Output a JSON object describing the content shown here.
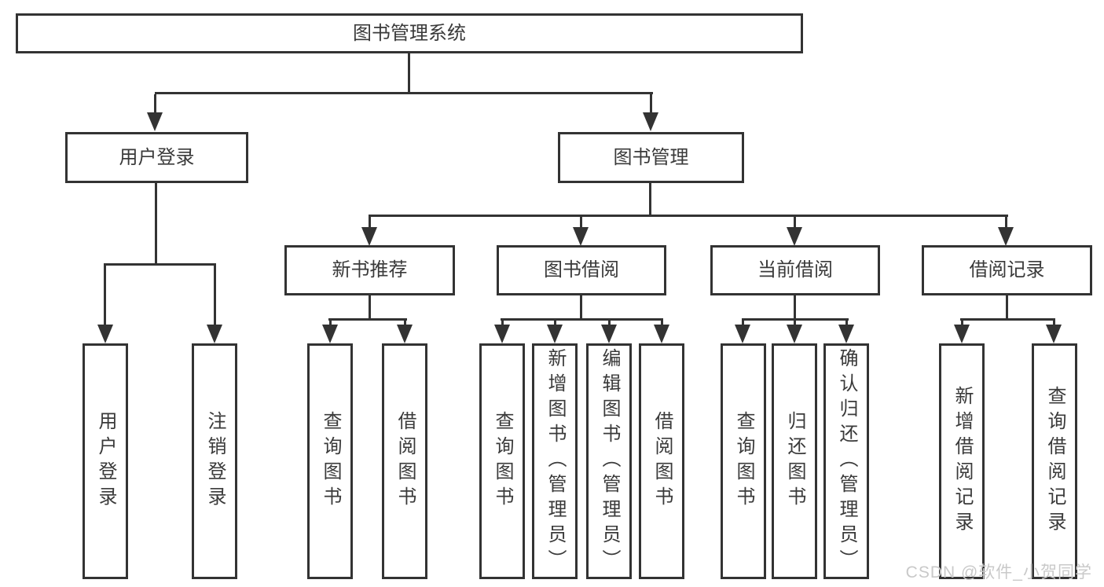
{
  "diagram_type": "hierarchy-tree",
  "tree": {
    "label": "图书管理系统",
    "children": [
      {
        "label": "用户登录",
        "children": [
          {
            "label": "用户登录"
          },
          {
            "label": "注销登录"
          }
        ]
      },
      {
        "label": "图书管理",
        "children": [
          {
            "label": "新书推荐",
            "children": [
              {
                "label": "查询图书"
              },
              {
                "label": "借阅图书"
              }
            ]
          },
          {
            "label": "图书借阅",
            "children": [
              {
                "label": "查询图书"
              },
              {
                "label": "新增图书（管理员）"
              },
              {
                "label": "编辑图书（管理员）"
              },
              {
                "label": "借阅图书"
              }
            ]
          },
          {
            "label": "当前借阅",
            "children": [
              {
                "label": "查询图书"
              },
              {
                "label": "归还图书"
              },
              {
                "label": "确认归还（管理员）"
              }
            ]
          },
          {
            "label": "借阅记录",
            "children": [
              {
                "label": "新增借阅记录"
              },
              {
                "label": "查询借阅记录"
              }
            ]
          }
        ]
      }
    ]
  },
  "watermark": {
    "text": "CSDN @软件_小贺同学"
  },
  "colors": {
    "line": "#333333",
    "box_border": "#333333",
    "box_background": "#ffffff",
    "text": "#3a3a3a",
    "watermark": "#c9c9c9",
    "page_background": "#ffffff"
  }
}
